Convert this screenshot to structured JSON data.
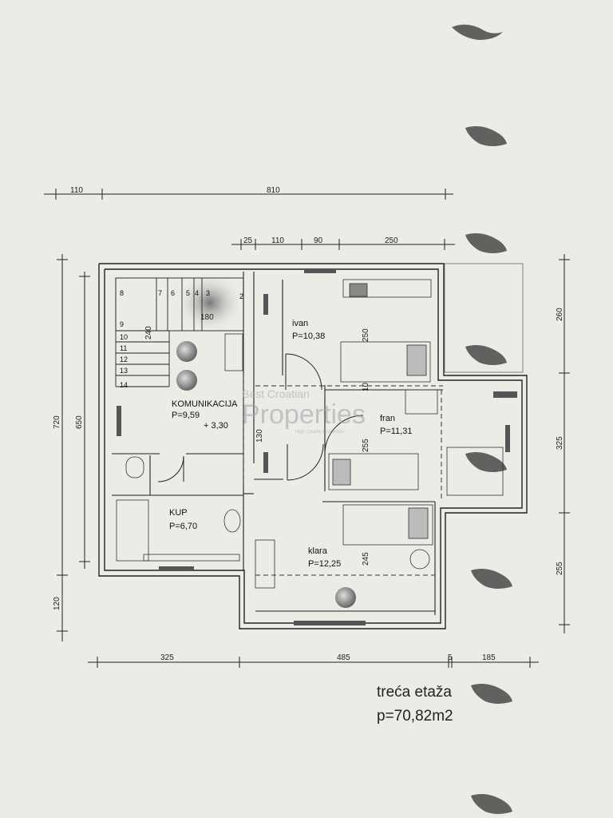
{
  "dimensions": {
    "top_outer": [
      "110",
      "810"
    ],
    "top_inner": [
      "25",
      "110",
      "90",
      "250"
    ],
    "left": [
      "720",
      "650",
      "120"
    ],
    "right": [
      "260",
      "325",
      "255"
    ],
    "bottom": [
      "325",
      "485",
      "5",
      "185"
    ],
    "interior": [
      "240",
      "130",
      "250",
      "255",
      "245",
      "10"
    ]
  },
  "rooms": [
    {
      "name": "ivan",
      "area": "P=10,38"
    },
    {
      "name": "KOMUNIKACIJA",
      "area": "P=9,59"
    },
    {
      "name": "fran",
      "area": "P=11,31"
    },
    {
      "name": "KUP",
      "area": "P=6,70"
    },
    {
      "name": "klara",
      "area": "P=12,25"
    }
  ],
  "level_mark": "+ 3,30",
  "stair_steps": [
    "2",
    "3",
    "4",
    "5",
    "6",
    "7",
    "8",
    "9",
    "10",
    "11",
    "12",
    "13",
    "14"
  ],
  "stair_width": "180",
  "floor_title": "treća etaža",
  "floor_area": "p=70,82m2",
  "watermark": {
    "line1": "Best Croatian",
    "line2": "Properties",
    "line3": "High Quality Properties"
  }
}
